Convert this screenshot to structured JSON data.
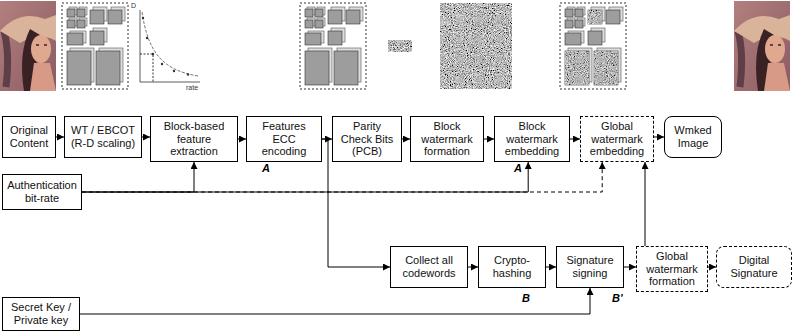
{
  "diagram": {
    "nodes": [
      {
        "text": [
          "Original Content"
        ]
      },
      {
        "text": [
          "WT / EBCOT (R-D scaling)"
        ]
      },
      {
        "text": [
          "Block-based feature extraction"
        ]
      },
      {
        "text": [
          "Features ECC encoding"
        ]
      },
      {
        "text": [
          "Parity Check Bits (PCB)"
        ]
      },
      {
        "text": [
          "Block watermark formation"
        ]
      },
      {
        "text": [
          "Block watermark embedding"
        ]
      },
      {
        "text": [
          "Global watermark embedding"
        ]
      },
      {
        "text": [
          "Wmked Image"
        ]
      },
      {
        "text": [
          "Authentication bit-rate"
        ]
      },
      {
        "text": [
          "Collect all codewords"
        ]
      },
      {
        "text": [
          "Crypto-hashing"
        ]
      },
      {
        "text": [
          "Signature signing"
        ]
      },
      {
        "text": [
          "Global watermark formation"
        ]
      },
      {
        "text": [
          "Digital Signature"
        ]
      },
      {
        "text": [
          "Secret Key / Private key"
        ]
      }
    ],
    "edges": [
      {
        "from": 0,
        "to": 1,
        "arrow": "to"
      },
      {
        "from": 1,
        "to": 2,
        "arrow": "to"
      },
      {
        "from": 2,
        "to": 3,
        "arrow": "to"
      },
      {
        "from": 3,
        "to": 4,
        "arrow": "to"
      },
      {
        "from": 4,
        "to": 5,
        "arrow": "to"
      },
      {
        "from": 5,
        "to": 6,
        "arrow": "to"
      },
      {
        "from": 6,
        "to": 7,
        "arrow": "to"
      },
      {
        "from": 7,
        "to": 8,
        "arrow": "to"
      },
      {
        "from": 3,
        "to": 10,
        "arrow": "to"
      },
      {
        "from": 10,
        "to": 11,
        "arrow": "to"
      },
      {
        "from": 11,
        "to": 12,
        "arrow": "to"
      },
      {
        "from": 12,
        "to": 13,
        "arrow": "to"
      },
      {
        "from": 13,
        "to": 14,
        "arrow": "to"
      },
      {
        "from": 13,
        "to": 7,
        "arrow": "to"
      },
      {
        "from": 9,
        "to": 2,
        "arrow": "to"
      },
      {
        "from": 9,
        "to": 6,
        "arrow": "to"
      },
      {
        "from": 9,
        "to": 7,
        "arrow": "to"
      },
      {
        "from": 15,
        "to": 12,
        "arrow": "to"
      }
    ],
    "labels": [
      "D",
      "rate",
      "A",
      "A",
      "B",
      "B'"
    ]
  }
}
